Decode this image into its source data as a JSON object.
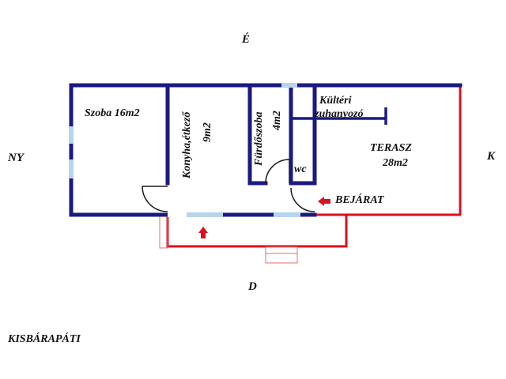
{
  "compass": {
    "north": "É",
    "south": "D",
    "west": "NY",
    "east": "K"
  },
  "rooms": {
    "bedroom": {
      "name": "Szoba",
      "area": "16m2"
    },
    "kitchen": {
      "name": "Konyha,étkező",
      "area": "9m2"
    },
    "bathroom": {
      "name": "Fürdőszoba",
      "area": "4m2"
    },
    "outdoor_shower": {
      "line1": "Kültéri",
      "line2": "zuhanyozó"
    },
    "wc": {
      "name": "wc"
    },
    "terrace": {
      "name": "TERASZ",
      "area": "28m2"
    }
  },
  "entrance": "BEJÁRAT",
  "town": "KISBÁRAPÁTI",
  "colors": {
    "wall": "#1a1a80",
    "window": "#b8d4ea",
    "terrace": "#d8121e",
    "door": "#1a1a1a"
  }
}
